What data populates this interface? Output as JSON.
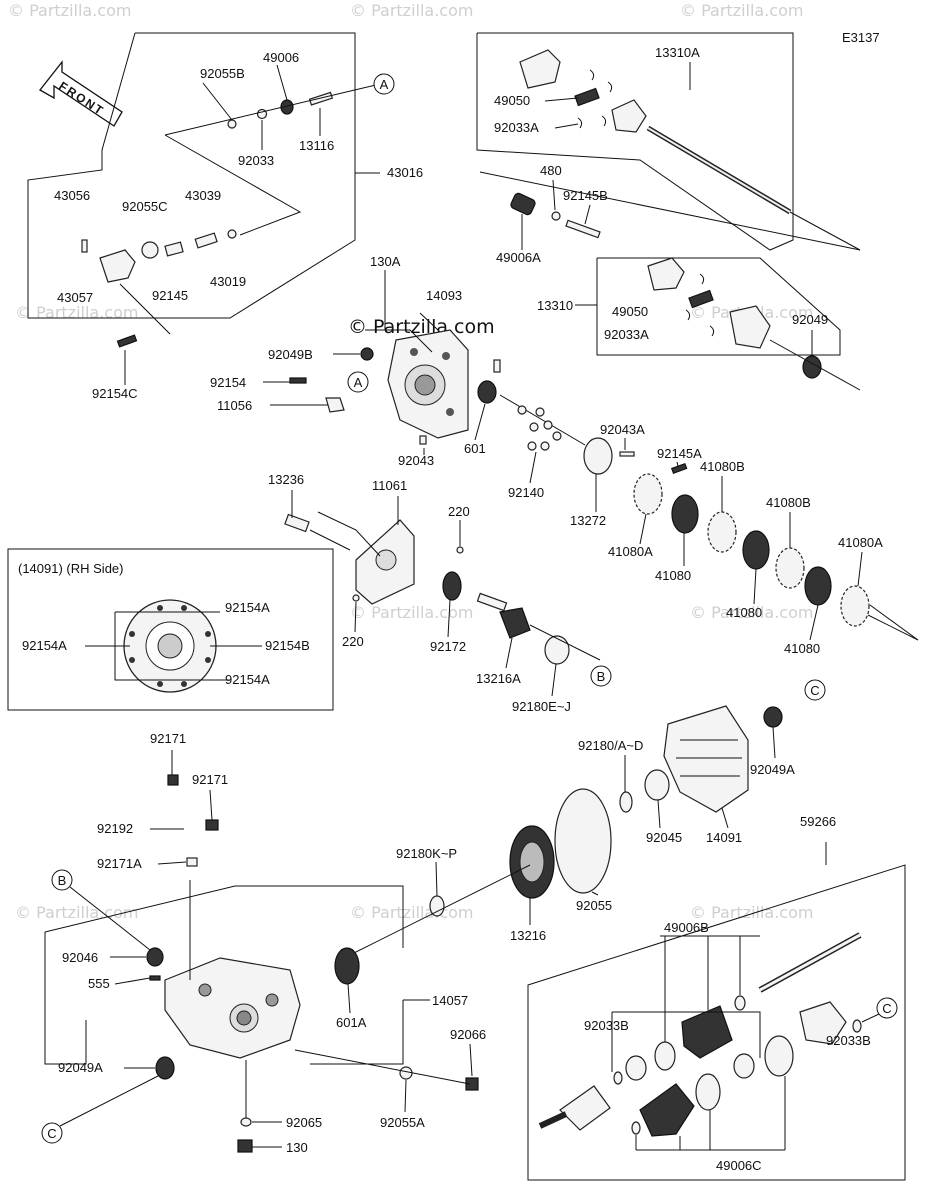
{
  "figure_code": "E3137",
  "watermark": "© Partzilla.com",
  "watermark_center": "© Partzilla.com",
  "front_arrow_label": "FRONT",
  "rh_side_title": "(14091) (RH Side)",
  "callouts": {
    "A": "A",
    "B": "B",
    "C": "C"
  },
  "labels": {
    "p92055B": "92055B",
    "p49006": "49006",
    "p92033": "92033",
    "p13116": "13116",
    "p43016": "43016",
    "p43056": "43056",
    "p92055C": "92055C",
    "p43039": "43039",
    "p43057": "43057",
    "p92145": "92145",
    "p43019": "43019",
    "p92154C": "92154C",
    "p13310A": "13310A",
    "p49050a": "49050",
    "p92033Aa": "92033A",
    "p480": "480",
    "p92145B": "92145B",
    "p49006A": "49006A",
    "p13310": "13310",
    "p49050b": "49050",
    "p92033Ab": "92033A",
    "p92049": "92049",
    "p130A": "130A",
    "p14093": "14093",
    "p92049B": "92049B",
    "p92154": "92154",
    "p11056": "11056",
    "p92043": "92043",
    "p601": "601",
    "p92140": "92140",
    "p92043A": "92043A",
    "p92145A": "92145A",
    "p13272": "13272",
    "p41080B1": "41080B",
    "p41080A1": "41080A",
    "p41080a": "41080",
    "p41080B2": "41080B",
    "p41080b": "41080",
    "p41080A2": "41080A",
    "p41080c": "41080",
    "p13236": "13236",
    "p11061": "11061",
    "p220a": "220",
    "p220b": "220",
    "p92172": "92172",
    "p13216A": "13216A",
    "p92180EJ": "92180E~J",
    "p92154Aa": "92154A",
    "p92154Ab": "92154A",
    "p92154B": "92154B",
    "p92154Ac": "92154A",
    "p92049A1": "92049A",
    "p92180AD": "92180/A~D",
    "p92045": "92045",
    "p14091": "14091",
    "p92171a": "92171",
    "p92171b": "92171",
    "p92192": "92192",
    "p92171A": "92171A",
    "p92180KP": "92180K~P",
    "p92055": "92055",
    "p13216": "13216",
    "p59266": "59266",
    "p92046": "92046",
    "p555": "555",
    "p14057": "14057",
    "p601A": "601A",
    "p92066": "92066",
    "p92049A2": "92049A",
    "p92065": "92065",
    "p92055A": "92055A",
    "p130": "130",
    "p49006B": "49006B",
    "p92033B1": "92033B",
    "p92033B2": "92033B",
    "p49006C": "49006C"
  }
}
